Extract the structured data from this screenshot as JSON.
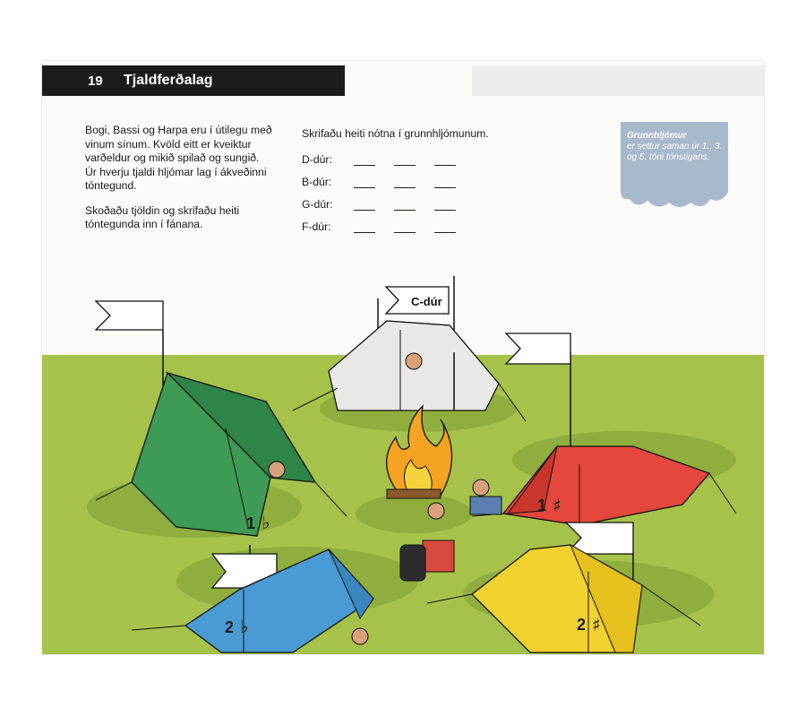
{
  "header": {
    "page_number": "19",
    "title": "Tjaldferðalag"
  },
  "intro": {
    "paragraph1": "Bogi, Bassi og Harpa eru í útilegu með vinum sínum. Kvöld eitt er kveiktur varðeldur og mikið spilað og sungið. Úr hverju tjaldi hljómar lag í ákveðinni tóntegund.",
    "paragraph2": "Skoðaðu tjöldin og skrifaðu heiti tóntegunda inn í fánana."
  },
  "exercise": {
    "instruction": "Skrifaðu heiti nótna í grunnhljómunum.",
    "rows": [
      {
        "label": "D-dúr:"
      },
      {
        "label": "B-dúr:"
      },
      {
        "label": "G-dúr:"
      },
      {
        "label": "F-dúr:"
      }
    ]
  },
  "note": {
    "title": "Grunnhljómur",
    "text": "er settur saman úr 1., 3. og 5. tóni tónstigans.",
    "color": "#a9b9cc"
  },
  "scene": {
    "example_flag": "C-dúr",
    "tents": [
      {
        "color": "green",
        "hex": "#3e9b55",
        "number": "1",
        "accidental": "♭"
      },
      {
        "color": "white",
        "hex": "#e8e8e6",
        "number": "",
        "accidental": ""
      },
      {
        "color": "red",
        "hex": "#e4473b",
        "number": "1",
        "accidental": "♯"
      },
      {
        "color": "blue",
        "hex": "#4a9ad3",
        "number": "2",
        "accidental": "♭"
      },
      {
        "color": "yellow",
        "hex": "#f2d22e",
        "number": "2",
        "accidental": "♯"
      }
    ],
    "grass_color": "#a6c24a"
  }
}
